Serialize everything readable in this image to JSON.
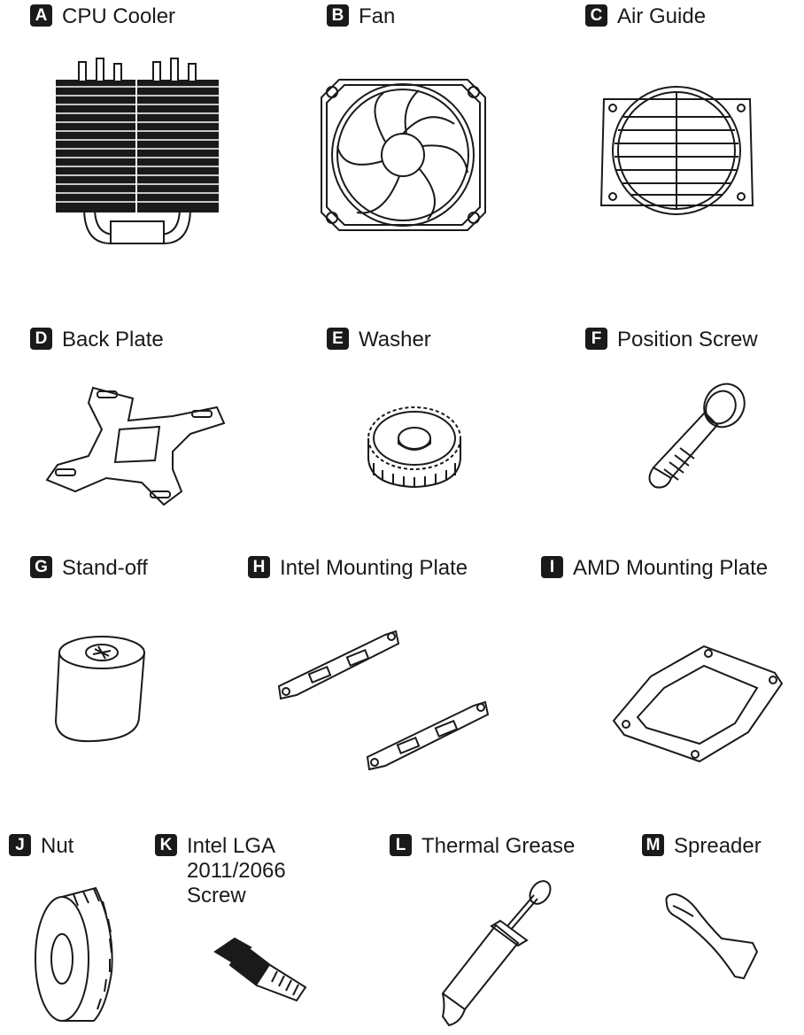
{
  "parts": [
    {
      "letter": "A",
      "name": "CPU Cooler",
      "icon": "cpu-cooler-icon"
    },
    {
      "letter": "B",
      "name": "Fan",
      "icon": "fan-icon"
    },
    {
      "letter": "C",
      "name": "Air Guide",
      "icon": "air-guide-icon"
    },
    {
      "letter": "D",
      "name": "Back Plate",
      "icon": "back-plate-icon"
    },
    {
      "letter": "E",
      "name": "Washer",
      "icon": "washer-icon"
    },
    {
      "letter": "F",
      "name": "Position Screw",
      "icon": "position-screw-icon"
    },
    {
      "letter": "G",
      "name": "Stand-off",
      "icon": "stand-off-icon"
    },
    {
      "letter": "H",
      "name": "Intel Mounting Plate",
      "icon": "intel-mounting-plate-icon"
    },
    {
      "letter": "I",
      "name": "AMD Mounting Plate",
      "icon": "amd-mounting-plate-icon"
    },
    {
      "letter": "J",
      "name": "Nut",
      "icon": "nut-icon"
    },
    {
      "letter": "K",
      "name": "Intel LGA\n2011/2066\nScrew",
      "icon": "intel-lga-screw-icon"
    },
    {
      "letter": "L",
      "name": "Thermal Grease",
      "icon": "thermal-grease-icon"
    },
    {
      "letter": "M",
      "name": "Spreader",
      "icon": "spreader-icon"
    }
  ],
  "colors": {
    "ink": "#1a1a1a",
    "paper": "#ffffff"
  }
}
